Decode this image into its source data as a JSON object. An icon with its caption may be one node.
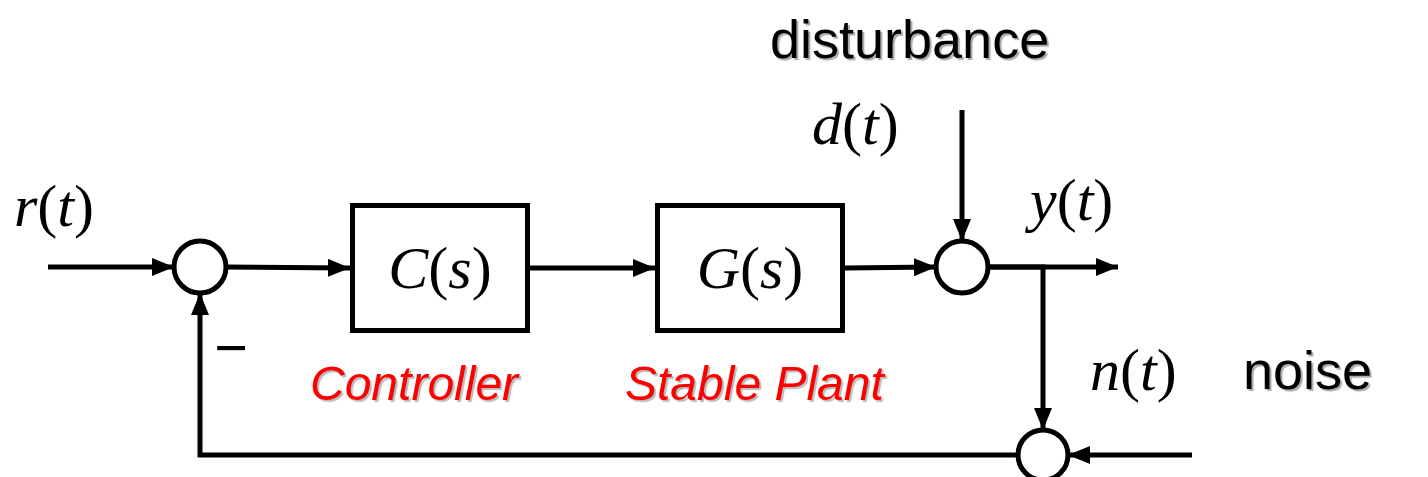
{
  "diagram": {
    "nodes": [
      {
        "text": [],
        "shape": "circle"
      },
      {
        "text": [
          "*C*(*s*)"
        ],
        "beside": [
          "Controller"
        ]
      },
      {
        "text": [
          "*G*(*s*)"
        ],
        "beside": [
          "Stable Plant"
        ]
      },
      {
        "text": [],
        "shape": "circle"
      },
      {
        "text": [],
        "shape": "circle"
      }
    ],
    "edges": [
      {
        "from": null,
        "to": 0,
        "arrow": "to"
      },
      {
        "from": 0,
        "to": 1,
        "arrow": "to"
      },
      {
        "from": 1,
        "to": 2,
        "arrow": "to"
      },
      {
        "from": 2,
        "to": 3,
        "arrow": "to"
      },
      {
        "from": null,
        "to": 3,
        "arrow": "to"
      },
      {
        "from": 3,
        "to": null,
        "arrow": "to"
      },
      {
        "from": 3,
        "to": 4,
        "arrow": "to"
      },
      {
        "from": null,
        "to": 4,
        "arrow": "to"
      },
      {
        "from": 4,
        "to": 0,
        "arrow": "to"
      }
    ],
    "labels": [
      "disturbance",
      "*d*(*t*)",
      "*r*(*t*)",
      "*y*(*t*)",
      "−",
      "*n*(*t*)",
      "noise"
    ]
  }
}
